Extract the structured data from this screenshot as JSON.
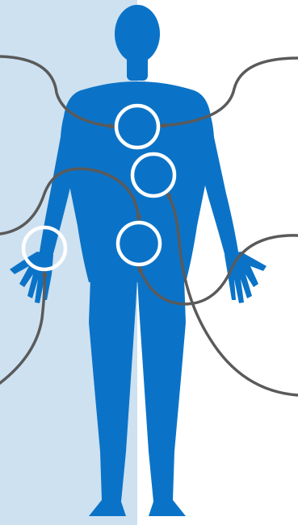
{
  "colors": {
    "left_panel": "#cde1f1",
    "right_panel": "#ffffff",
    "body": "#0b73c7",
    "marker_ring": "#ffffff",
    "arrow": "#5a5a5a"
  },
  "figure": {
    "subject": "human-body-silhouette",
    "view": "front"
  },
  "markers": [
    {
      "id": "chest-marker"
    },
    {
      "id": "upper-abdomen-marker"
    },
    {
      "id": "lower-abdomen-marker"
    },
    {
      "id": "left-wrist-marker"
    }
  ],
  "arrows": [
    {
      "id": "arrow-top-left-to-chest",
      "target": "chest-marker"
    },
    {
      "id": "arrow-top-right-to-chest",
      "target": "chest-marker"
    },
    {
      "id": "arrow-mid-left-to-lower-abdomen",
      "target": "lower-abdomen-marker"
    },
    {
      "id": "arrow-bottom-left-to-wrist",
      "target": "left-wrist-marker"
    },
    {
      "id": "arrow-mid-right-to-lower-abdomen",
      "target": "lower-abdomen-marker"
    },
    {
      "id": "arrow-bottom-right-to-upper-abdomen",
      "target": "upper-abdomen-marker"
    }
  ]
}
